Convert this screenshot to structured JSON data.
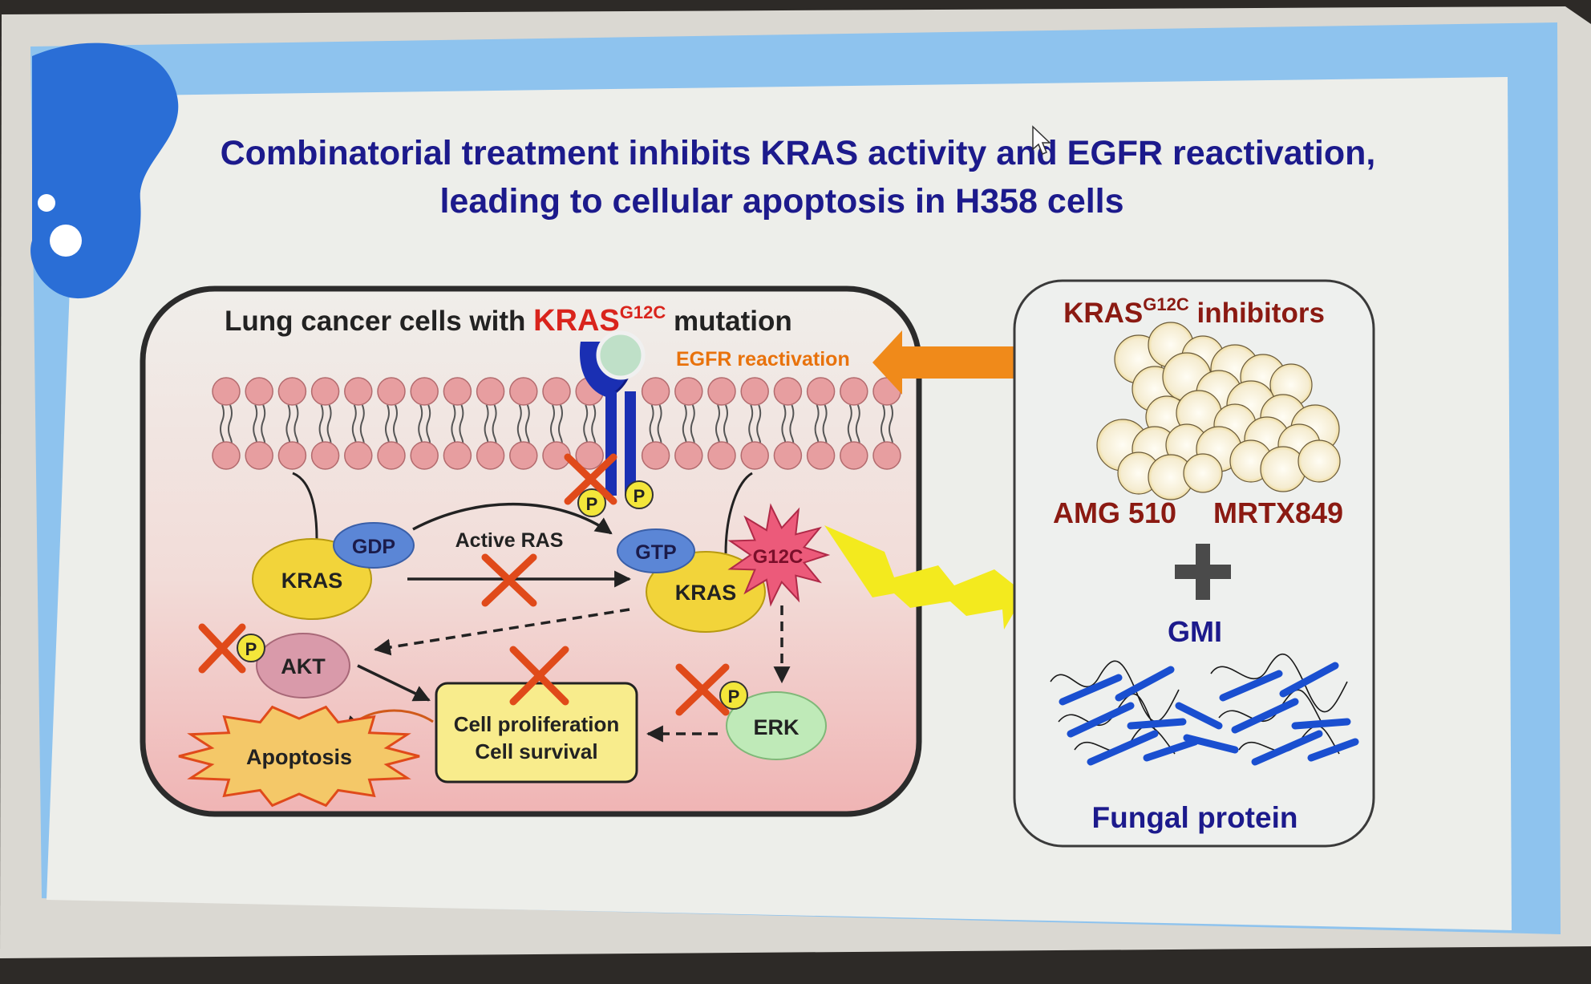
{
  "slide": {
    "title_line1": "Combinatorial treatment inhibits KRAS activity and EGFR reactivation,",
    "title_line2": "leading to cellular apoptosis in H358 cells"
  },
  "cell_panel": {
    "title_prefix": "Lung cancer cells with ",
    "title_gene": "KRAS",
    "title_superscript": "G12C",
    "title_suffix": " mutation",
    "egfr_reactivation": "EGFR reactivation",
    "phospho": "P",
    "gdp": "GDP",
    "gtp": "GTP",
    "kras": "KRAS",
    "active_ras": "Active RAS",
    "g12c": "G12C",
    "akt": "AKT",
    "erk": "ERK",
    "prolif_line1": "Cell proliferation",
    "prolif_line2": "Cell survival",
    "apoptosis": "Apoptosis"
  },
  "drug_panel": {
    "title_gene": "KRAS",
    "title_superscript": "G12C",
    "title_suffix": " inhibitors",
    "drug1": "AMG 510",
    "drug2": "MRTX849",
    "plus": "+",
    "gmi": "GMI",
    "fungal_protein": "Fungal protein"
  },
  "colors": {
    "title_blue": "#1c1a8c",
    "kras_red": "#d9241c",
    "drug_red": "#8b1a12",
    "egfr_orange": "#e8720c",
    "lipid_pink": "#e79ea0",
    "kras_yellow": "#f2d43a",
    "gdp_blue": "#5b86d6",
    "akt_pink": "#d99aaa",
    "erk_green": "#bfeab8",
    "x_red": "#e04a1a",
    "lightning_yellow": "#f3ea1e",
    "protein_blue": "#1a4fd0"
  }
}
